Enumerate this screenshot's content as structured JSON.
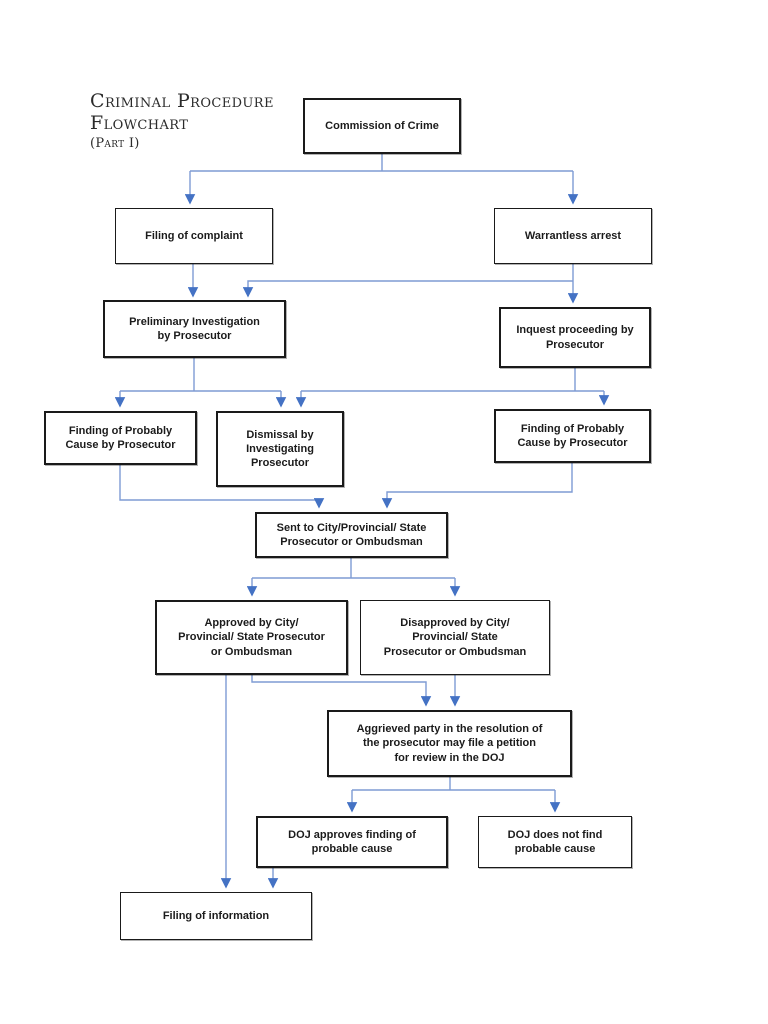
{
  "title": {
    "line1": "Criminal Procedure",
    "line2": "Flowchart",
    "line3": "(Part I)"
  },
  "colors": {
    "connector_line": "#7e9bd4",
    "arrowhead": "#4472c4",
    "box_border": "#1a1a1a",
    "box_text": "#1b1b1b",
    "page_background": "#ffffff"
  },
  "nodes": [
    {
      "id": "commission-of-crime",
      "label": "Commission of Crime"
    },
    {
      "id": "filing-of-complaint",
      "label": "Filing of complaint"
    },
    {
      "id": "warrantless-arrest",
      "label": "Warrantless arrest"
    },
    {
      "id": "preliminary-investigation",
      "label": "Preliminary Investigation\nby Prosecutor"
    },
    {
      "id": "inquest-proceeding",
      "label": "Inquest proceeding by\nProsecutor"
    },
    {
      "id": "finding-probable-cause-left",
      "label": "Finding of Probably\nCause by Prosecutor"
    },
    {
      "id": "dismissal-by-investigating-prosecutor",
      "label": "Dismissal by\nInvestigating\nProsecutor"
    },
    {
      "id": "finding-probable-cause-right",
      "label": "Finding of Probably\nCause by Prosecutor"
    },
    {
      "id": "sent-to-prosecutor-or-ombudsman",
      "label": "Sent to City/Provincial/ State\nProsecutor or Ombudsman"
    },
    {
      "id": "approved-by-prosecutor",
      "label": "Approved by City/\nProvincial/ State Prosecutor\nor Ombudsman"
    },
    {
      "id": "disapproved-by-prosecutor",
      "label": "Disapproved by City/\nProvincial/ State\nProsecutor or Ombudsman"
    },
    {
      "id": "aggrieved-party-petition",
      "label": "Aggrieved party in the resolution of\nthe prosecutor may file a petition\nfor review in the DOJ"
    },
    {
      "id": "doj-approves-finding",
      "label": "DOJ approves finding of\nprobable cause"
    },
    {
      "id": "doj-does-not-find",
      "label": "DOJ does not find\nprobable cause"
    },
    {
      "id": "filing-of-information",
      "label": "Filing of information"
    }
  ]
}
